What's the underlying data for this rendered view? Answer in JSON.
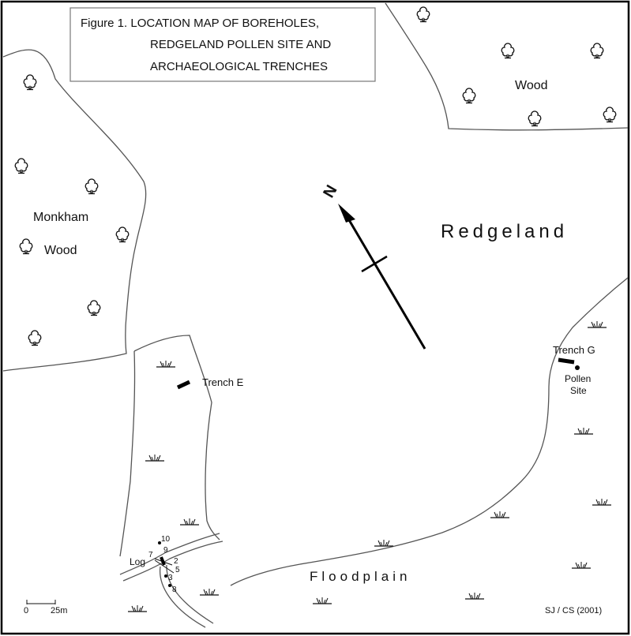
{
  "title": {
    "line1": "Figure 1.   LOCATION MAP OF BOREHOLES,",
    "line2": "REDGELAND POLLEN SITE AND",
    "line3": "ARCHAEOLOGICAL TRENCHES"
  },
  "north_label": "N",
  "places": {
    "wood_ne": "Wood",
    "monkham_1": "Monkham",
    "monkham_2": "Wood",
    "redgeland": "Redgeland",
    "floodplain": "Floodplain",
    "trench_e": "Trench E",
    "trench_g": "Trench G",
    "pollen_1": "Pollen",
    "pollen_2": "Site",
    "log": "Log"
  },
  "boreholes": [
    "10",
    "9",
    "7",
    "2",
    "5",
    "3",
    "8"
  ],
  "scale": {
    "start": "0",
    "end": "25m"
  },
  "credit": "SJ / CS (2001)",
  "icons": {
    "tree": "tree-icon",
    "marsh": "marsh-symbol-icon"
  },
  "colors": {
    "line": "#555555",
    "ink": "#111111",
    "frame": "#000000"
  }
}
